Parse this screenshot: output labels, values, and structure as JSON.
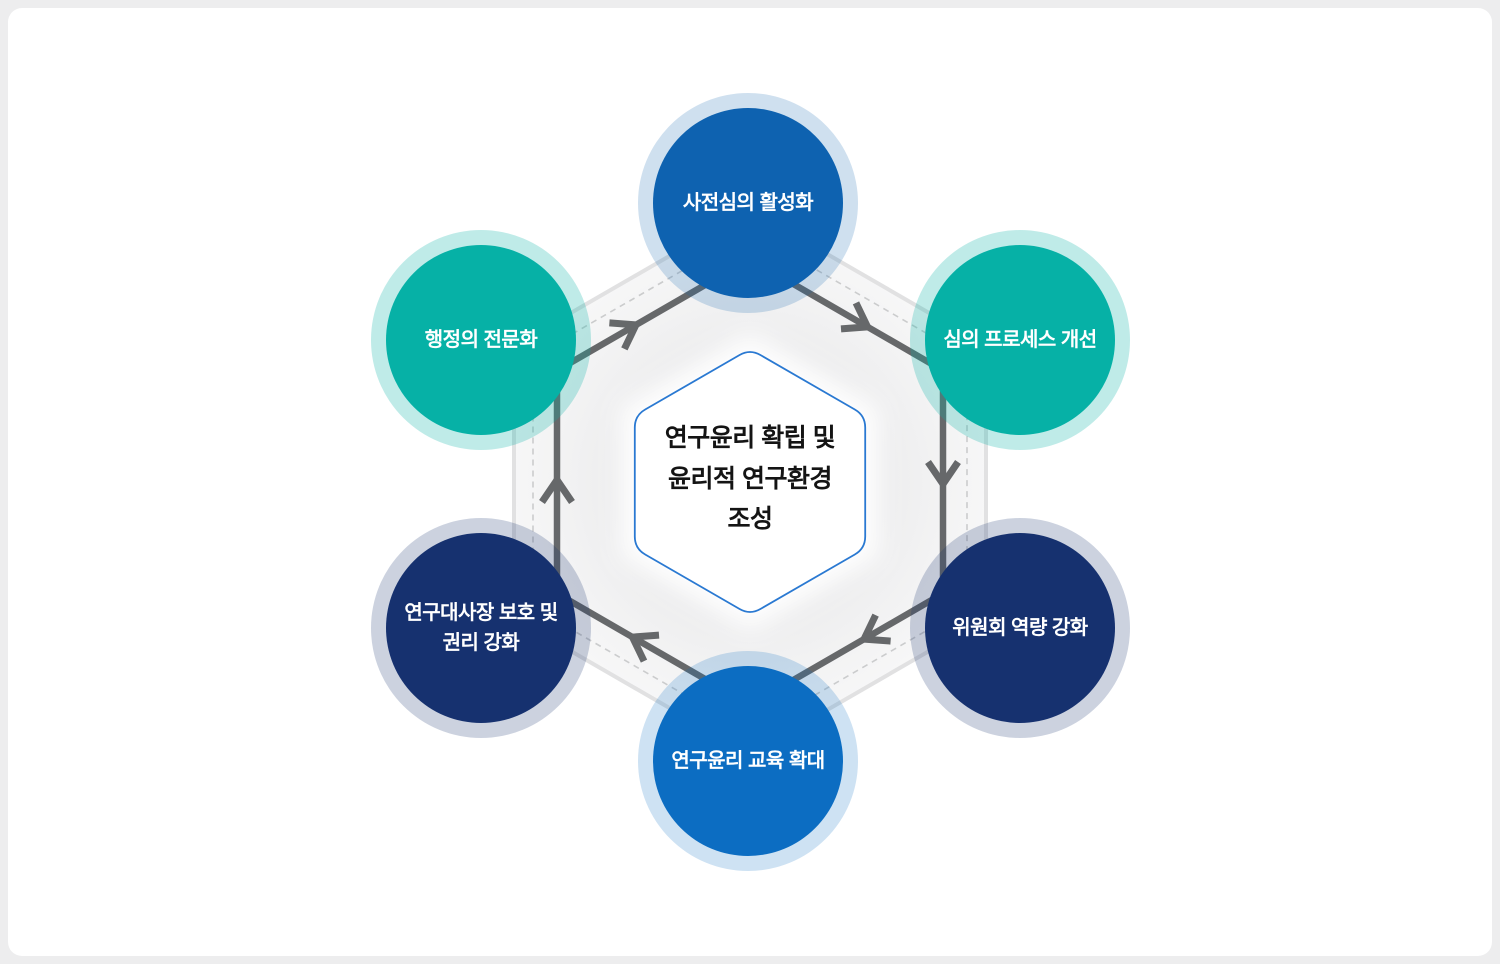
{
  "diagram": {
    "center": {
      "lines": [
        "연구윤리 확립 및",
        "윤리적 연구환경",
        "조성"
      ],
      "border_color": "#2a79d2",
      "fill_color": "#ffffff",
      "text_color": "#141414"
    },
    "nodes": [
      {
        "id": "top",
        "label": "사전심의 활성화",
        "color": "#0e62b0",
        "halo": "rgba(14,98,176,0.20)"
      },
      {
        "id": "top-right",
        "label": "심의 프로세스 개선",
        "color": "#06b1a6",
        "halo": "rgba(6,177,166,0.26)"
      },
      {
        "id": "bottom-right",
        "label": "위원회 역량 강화",
        "color": "#16316f",
        "halo": "rgba(22,49,111,0.22)"
      },
      {
        "id": "bottom",
        "label": "연구윤리 교육 확대",
        "color": "#0c6dc2",
        "halo": "rgba(12,109,194,0.20)"
      },
      {
        "id": "bottom-left",
        "label": "연구대사장 보호 및 권리 강화",
        "color": "#16316f",
        "halo": "rgba(22,49,111,0.22)"
      },
      {
        "id": "top-left",
        "label": "행정의 전문화",
        "color": "#06b1a6",
        "halo": "rgba(6,177,166,0.26)"
      }
    ],
    "arrow_color": "#66686a",
    "flow_direction": "clockwise"
  }
}
